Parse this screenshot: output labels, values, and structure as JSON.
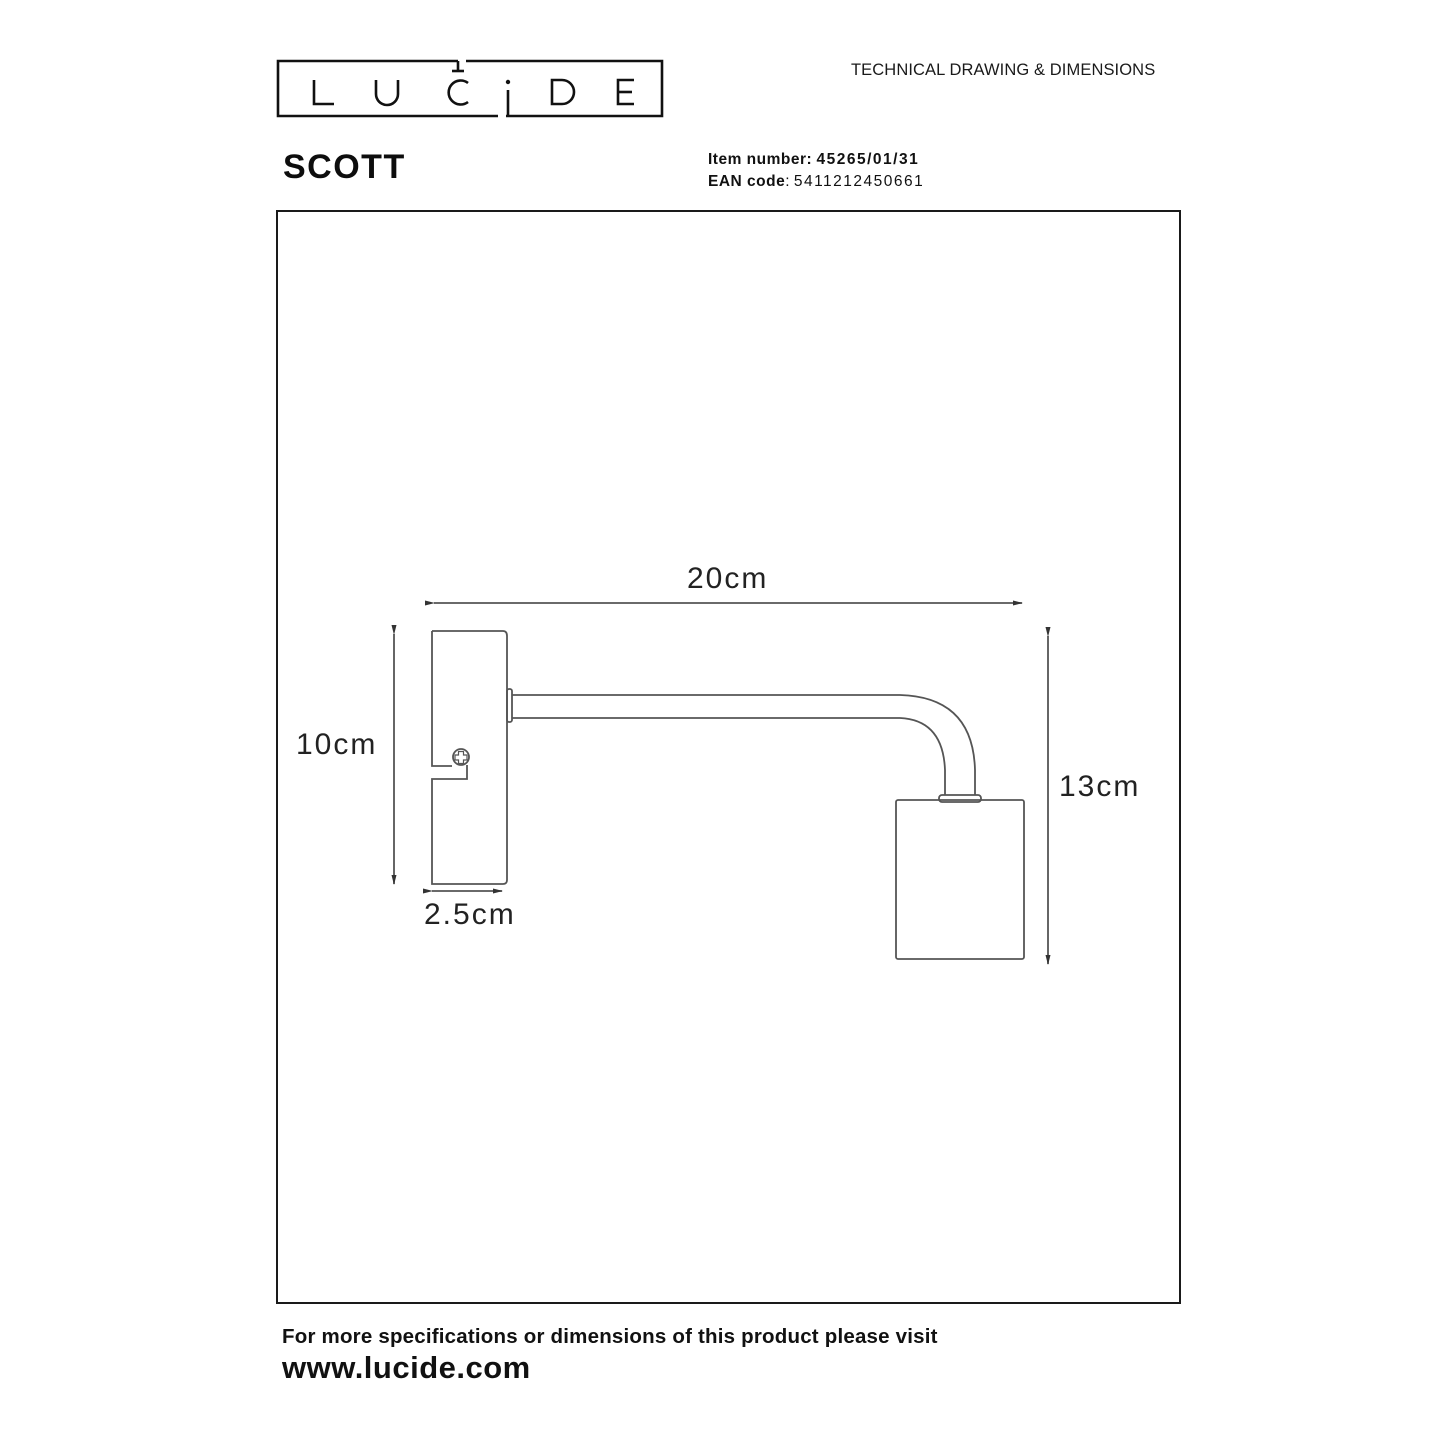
{
  "header": {
    "logo_text": "LUCIDE",
    "logo_letters": [
      "L",
      "U",
      "C",
      "i",
      "D",
      "E"
    ],
    "document_type": "TECHNICAL DRAWING & DIMENSIONS"
  },
  "product": {
    "name": "SCOTT",
    "item_number_label": "Item number:",
    "item_number": "45265/01/31",
    "ean_label": "EAN code",
    "ean_separator": ":",
    "ean_code": "5411212450661"
  },
  "drawing": {
    "dimensions": {
      "width": "20cm",
      "backplate_height": "10cm",
      "backplate_depth": "2.5cm",
      "total_height": "13cm"
    },
    "colors": {
      "line": "#555555",
      "frame": "#1a1a1a"
    }
  },
  "footer": {
    "note": "For more specifications or dimensions of this product please visit",
    "url": "www.lucide.com"
  }
}
